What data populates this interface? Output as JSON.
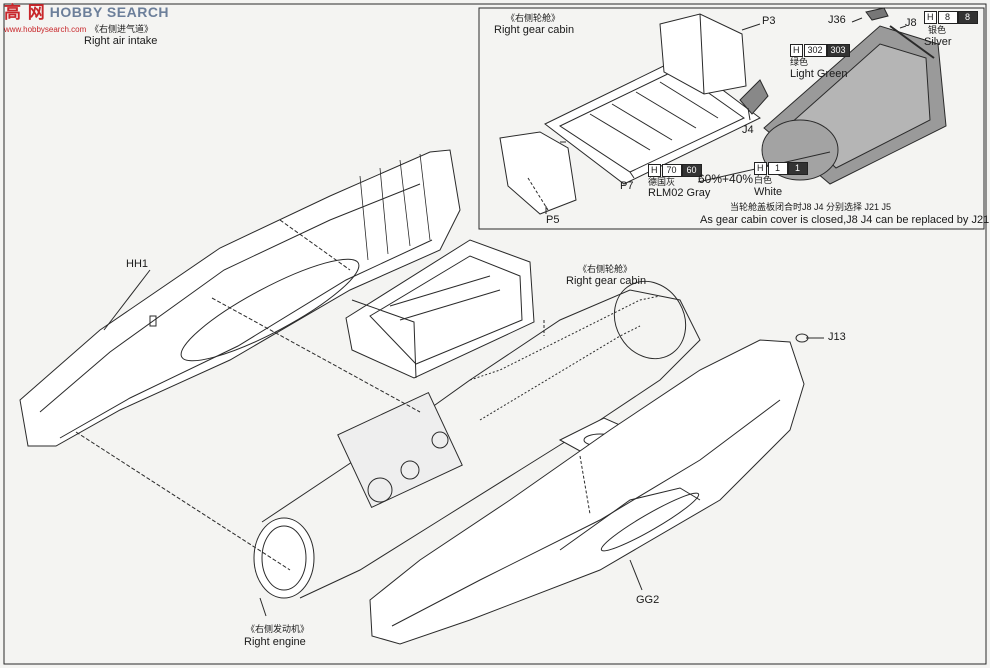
{
  "watermark": {
    "logo": "高 网",
    "brand": "HOBBY SEARCH",
    "url": "www.hobbysearch.com"
  },
  "labels": {
    "intake_cn": "《右侧进气道》",
    "intake_en": "Right air intake",
    "gear_inset_cn": "《右侧轮舱》",
    "gear_inset_en": "Right gear cabin",
    "gear_main_cn": "《右侧轮舱》",
    "gear_main_en": "Right gear cabin",
    "engine_cn": "《右侧发动机》",
    "engine_en": "Right engine",
    "note_cn": "当轮舱盖板闭合时J8 J4 分别选择  J21 J5",
    "note_en": "As gear cabin cover is closed,J8 J4 can be replaced by J21 J5"
  },
  "parts": {
    "p3": "P3",
    "p5": "P5",
    "p7": "P7",
    "j4": "J4",
    "j8": "J8",
    "j13": "J13",
    "j36": "J36",
    "hh1": "HH1",
    "gg2": "GG2"
  },
  "paints": {
    "light_green": {
      "h": "H",
      "n1": "302",
      "n2": "303",
      "cn": "绿色",
      "en": "Light Green"
    },
    "silver": {
      "h": "H",
      "n1": "8",
      "n2": "8",
      "cn": "银色",
      "en": "Silver"
    },
    "gray": {
      "h": "H",
      "n1": "70",
      "n2": "60",
      "cn": "德国灰",
      "en": "RLM02  Gray"
    },
    "white": {
      "h": "H",
      "n1": "1",
      "n2": "1",
      "cn": "白色",
      "en": "White"
    },
    "mix": "60%+40%"
  }
}
